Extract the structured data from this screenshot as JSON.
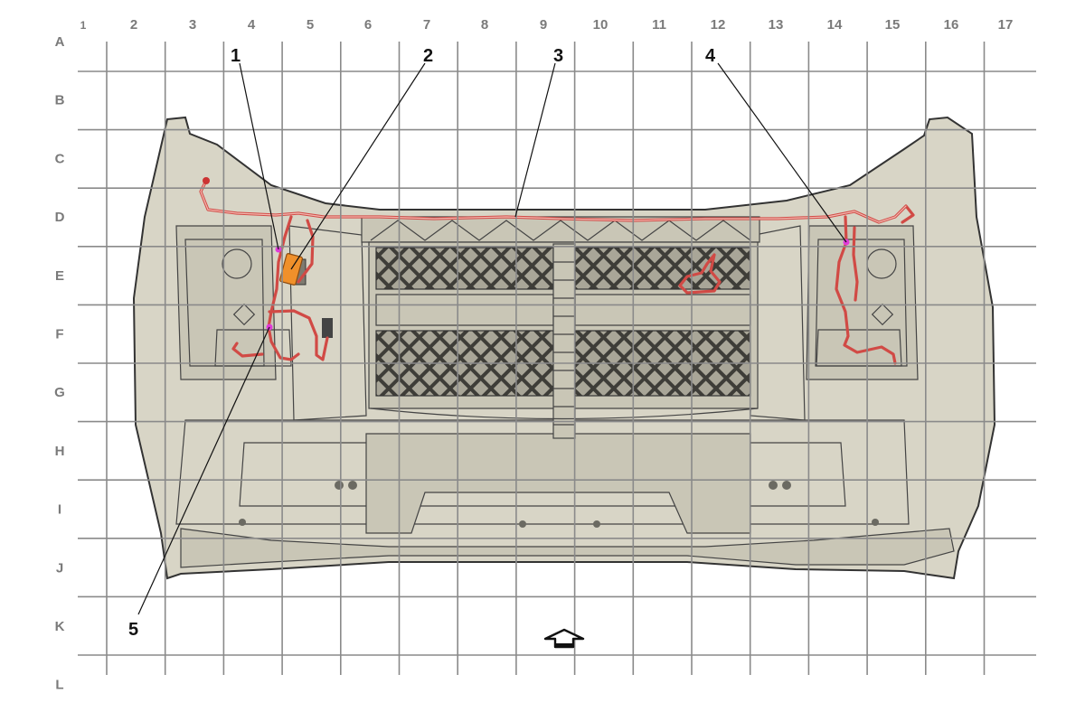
{
  "grid": {
    "columns": [
      "1",
      "2",
      "3",
      "4",
      "5",
      "6",
      "7",
      "8",
      "9",
      "10",
      "11",
      "12",
      "13",
      "14",
      "15",
      "16",
      "17"
    ],
    "rows": [
      "A",
      "B",
      "C",
      "D",
      "E",
      "F",
      "G",
      "H",
      "I",
      "J",
      "K",
      "L"
    ]
  },
  "callouts": [
    {
      "id": "callout-1",
      "label": "1"
    },
    {
      "id": "callout-2",
      "label": "2"
    },
    {
      "id": "callout-3",
      "label": "3"
    },
    {
      "id": "callout-4",
      "label": "4"
    },
    {
      "id": "callout-5",
      "label": "5"
    }
  ],
  "colors": {
    "harness": "#d14a45",
    "connector": "#e03bd8",
    "module": "#f0902a",
    "bumper": "#d8d5c6",
    "grid": "#8a8a8a"
  },
  "icons": {
    "direction": "forward-arrow-icon"
  }
}
